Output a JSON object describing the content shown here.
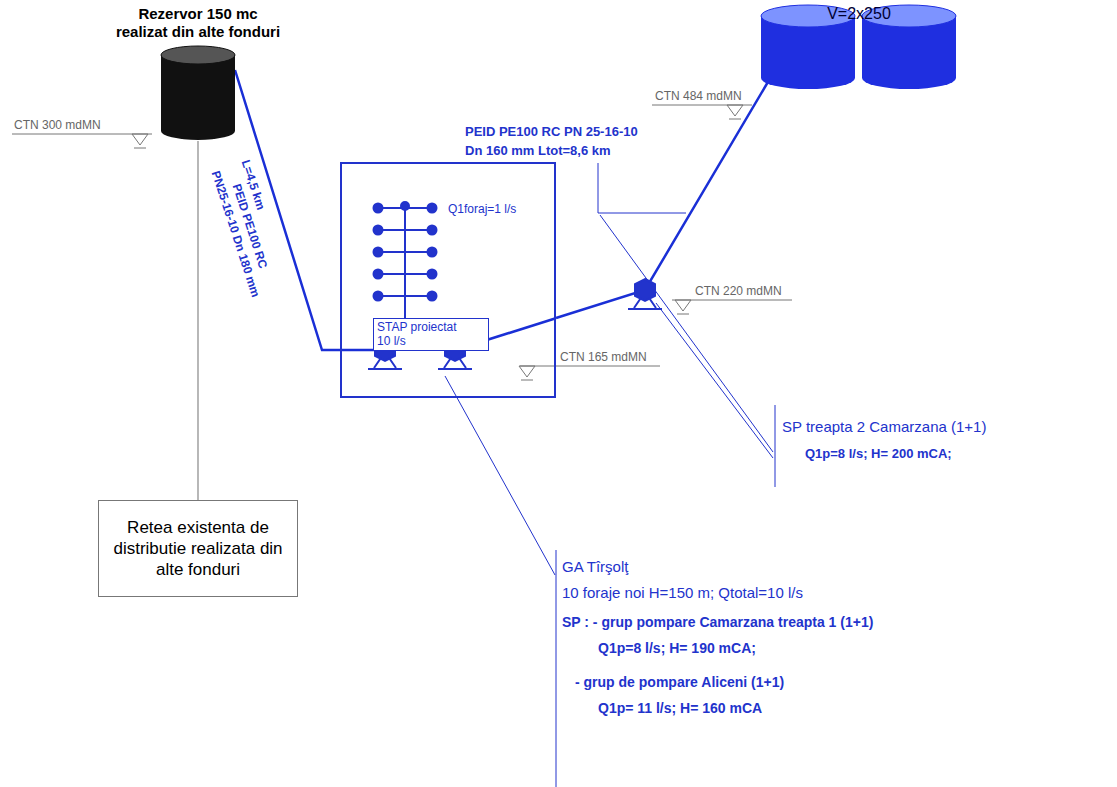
{
  "diagram": {
    "nodes": [
      {
        "text": [
          "Rezervor 150 mc realizat din alte fonduri"
        ]
      },
      {
        "text": [
          "Retea existenta de distributie realizata din alte fonduri"
        ]
      },
      {
        "text": [
          "Q1foraj=1 l/s"
        ]
      },
      {
        "text": [
          "STAP proiectat 10 l/s"
        ],
        "in": 2
      },
      {
        "text": [
          "V=2x250"
        ]
      }
    ],
    "edges": [
      {
        "from": 0,
        "to": 2,
        "arrow": "none"
      },
      {
        "from": 0,
        "to": 1,
        "arrow": "none"
      },
      {
        "from": 2,
        "to": 4,
        "arrow": "none"
      }
    ],
    "labels": [
      "CTN 300 mdMN",
      "L=4,5 km",
      "PEID PE100 RC",
      "PN25-16-10 Dn 180 mm",
      "CTN 165 mdMN",
      "GA Tîrşolţ",
      "10 foraje noi H=150 m; Qtotal=10 l/s",
      "SP : - grup pompare Camarzana treapta 1 (1+1)",
      "Q1p=8 l/s; H= 190 mCA;",
      "- grup de pompare Aliceni (1+1)",
      "Q1p= 11 l/s; H= 160 mCA",
      "PEID PE100 RC PN 25-16-10",
      "Dn 160 mm Ltot=8,6 km",
      "CTN 220 mdMN",
      "SP treapta 2 Camarzana (1+1)",
      "Q1p=8 l/s; H= 200 mCA;",
      "CTN 484 mdMN"
    ]
  }
}
